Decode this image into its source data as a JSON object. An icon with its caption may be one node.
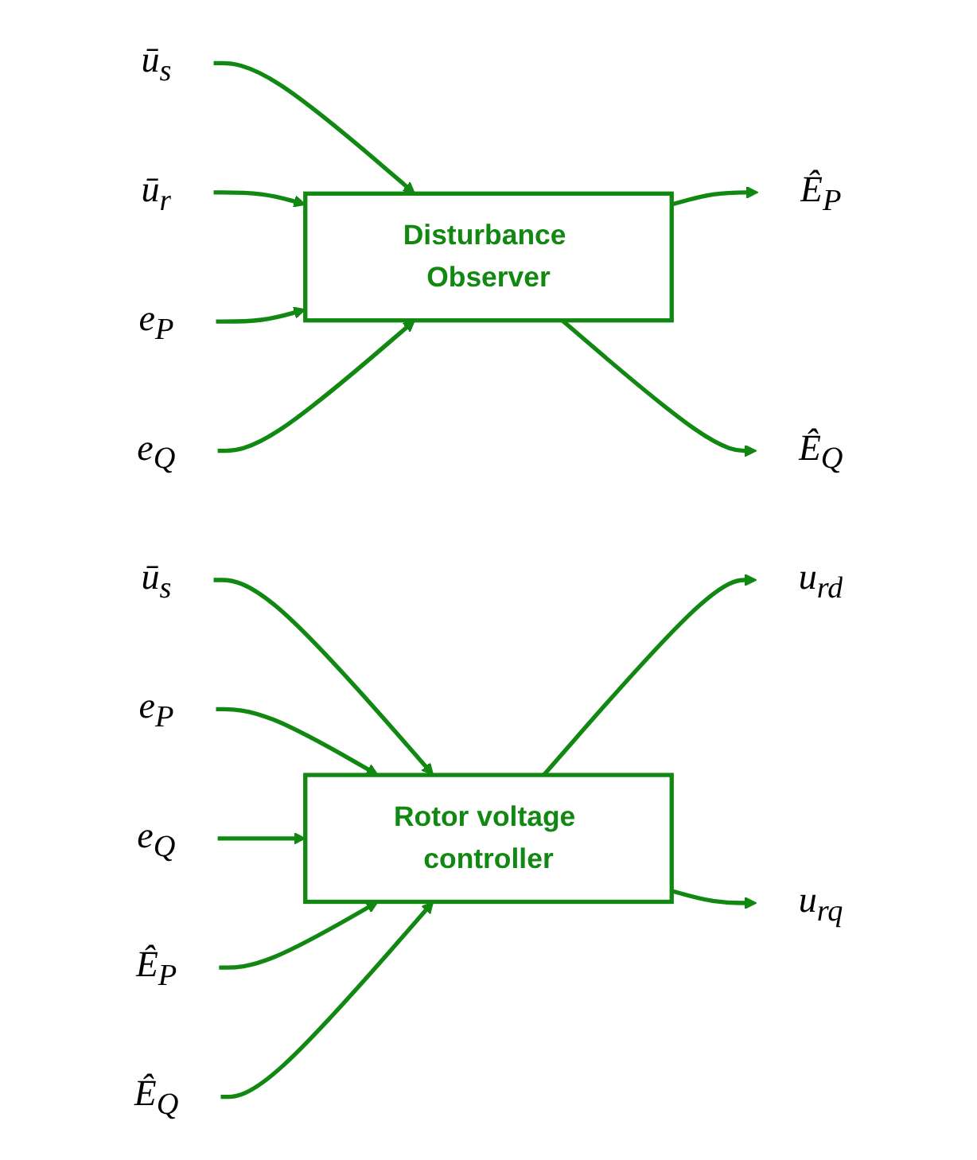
{
  "diagram": {
    "nodes": [
      {
        "text": [
          "ū$_{s}$"
        ]
      },
      {
        "text": [
          "ū$_{r}$"
        ]
      },
      {
        "text": [
          "e$_{P}$"
        ]
      },
      {
        "text": [
          "e$_{Q}$"
        ]
      },
      {
        "text": [
          "Disturbance Observer"
        ]
      },
      {
        "text": [
          "Ê$_{P}$"
        ]
      },
      {
        "text": [
          "Ê$_{Q}$"
        ]
      },
      {
        "text": [
          "ū$_{s}$"
        ]
      },
      {
        "text": [
          "e$_{P}$"
        ]
      },
      {
        "text": [
          "e$_{Q}$"
        ]
      },
      {
        "text": [
          "Ê$_{P}$"
        ]
      },
      {
        "text": [
          "Ê$_{Q}$"
        ]
      },
      {
        "text": [
          "Rotor voltage controller"
        ]
      },
      {
        "text": [
          "u$_{rd}$"
        ]
      },
      {
        "text": [
          "u$_{rq}$"
        ]
      }
    ],
    "edges": [
      {
        "from": 0,
        "to": 4,
        "arrow": "to"
      },
      {
        "from": 1,
        "to": 4,
        "arrow": "to"
      },
      {
        "from": 2,
        "to": 4,
        "arrow": "to"
      },
      {
        "from": 3,
        "to": 4,
        "arrow": "to"
      },
      {
        "from": 4,
        "to": 5,
        "arrow": "to"
      },
      {
        "from": 4,
        "to": 6,
        "arrow": "to"
      },
      {
        "from": 7,
        "to": 12,
        "arrow": "to"
      },
      {
        "from": 8,
        "to": 12,
        "arrow": "to"
      },
      {
        "from": 9,
        "to": 12,
        "arrow": "to"
      },
      {
        "from": 10,
        "to": 12,
        "arrow": "to"
      },
      {
        "from": 11,
        "to": 12,
        "arrow": "to"
      },
      {
        "from": 12,
        "to": 13,
        "arrow": "to"
      },
      {
        "from": 12,
        "to": 14,
        "arrow": "to"
      }
    ]
  }
}
